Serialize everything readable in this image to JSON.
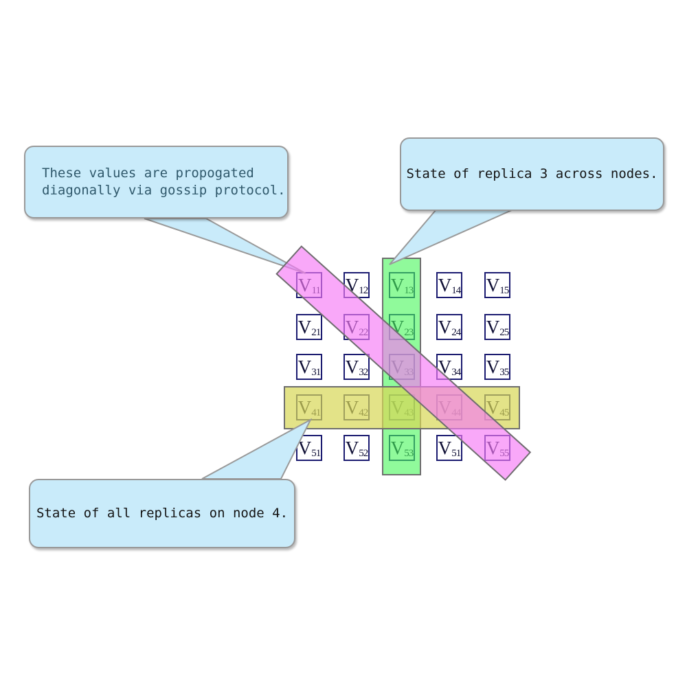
{
  "callouts": {
    "gossip": {
      "line1": "These values are propogated",
      "line2": "diagonally via gossip protocol."
    },
    "replica3": {
      "text": "State of replica 3 across nodes."
    },
    "node4": {
      "text": "State of all replicas on node 4."
    }
  },
  "matrix": {
    "base": "V",
    "rows": [
      [
        "11",
        "12",
        "13",
        "14",
        "15"
      ],
      [
        "21",
        "22",
        "23",
        "24",
        "25"
      ],
      [
        "31",
        "32",
        "33",
        "34",
        "35"
      ],
      [
        "41",
        "42",
        "43",
        "44",
        "45"
      ],
      [
        "51",
        "52",
        "53",
        "51",
        "55"
      ]
    ]
  },
  "colors": {
    "callout_fill": "#c9ebfa",
    "callout_border": "#999999",
    "gossip_text": "#2f586b",
    "dark_text": "#141414",
    "cell_border": "#1b1b70",
    "cell_text": "#0f0f35",
    "band_border": "#6e6e6e",
    "column_fill": "rgba(70,247,88,0.6)",
    "row_fill": "rgba(215,215,85,0.7)",
    "diagonal_fill": "rgba(246,121,246,0.65)"
  }
}
